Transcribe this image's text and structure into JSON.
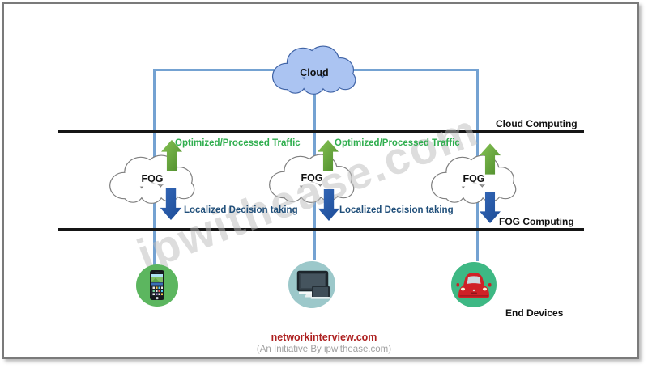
{
  "cloud": {
    "label": "Cloud"
  },
  "layers": {
    "cloud_computing_label": "Cloud Computing",
    "fog_computing_label": "FOG Computing",
    "end_devices_label": "End Devices"
  },
  "fog_nodes": [
    {
      "label": "FOG",
      "up_label": "Optimized/Processed Traffic",
      "down_label": "Localized Decision taking"
    },
    {
      "label": "FOG",
      "up_label": "Optimized/Processed Traffic",
      "down_label": "Localized Decision taking"
    },
    {
      "label": "FOG",
      "up_label": "",
      "down_label": ""
    }
  ],
  "devices": [
    {
      "icon": "smartphone-icon"
    },
    {
      "icon": "computers-icon"
    },
    {
      "icon": "car-icon"
    }
  ],
  "watermark": "ipwithease.com",
  "footer": {
    "site": "networkinterview.com",
    "tagline": "(An Initiative By ipwithease.com)"
  },
  "colors": {
    "connector_blue": "#74a2d2",
    "separator_black": "#151515",
    "top_cloud_fill": "#abc4f2",
    "top_cloud_stroke": "#3e62a5",
    "fog_cloud_stroke": "#7f7f7f",
    "up_arrow_green": "#5f9e3e",
    "down_arrow_blue": "#2456a4",
    "up_text_green": "#2fae4e",
    "down_text_blue": "#1f4e79",
    "footer_site_red": "#ad1f1f",
    "footer_tagline_gray": "#a0a0a0"
  }
}
